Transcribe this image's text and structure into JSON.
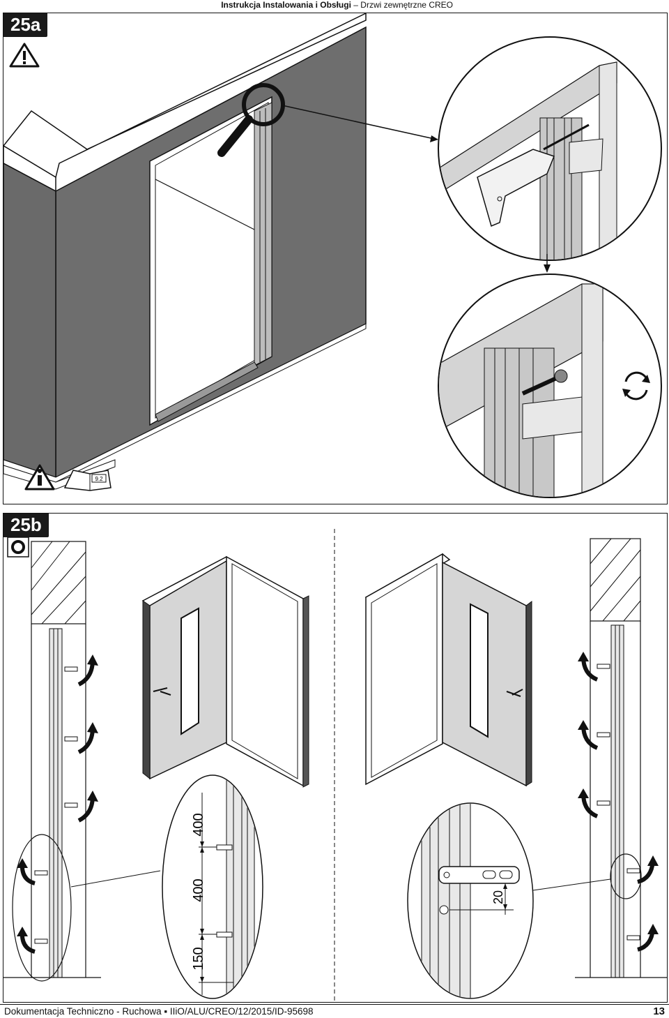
{
  "header": {
    "title_bold": "Instrukcja Instalowania i Obsługi",
    "title_rest": "– Drzwi zewnętrzne CREO"
  },
  "panel_a": {
    "label": "25a",
    "warning_icon": "warning-triangle-icon",
    "info_icon": "info-icon",
    "manual_icon": "open-manual-icon",
    "manual_ref": "9.2",
    "rotate_icon": "rotate-arrows-icon"
  },
  "panel_b": {
    "label": "25b",
    "step_icon": "circle-o-icon",
    "dim_150": "150",
    "dim_400_lower": "400",
    "dim_400_upper": "400",
    "dim_20": "20"
  },
  "footer": {
    "doc_text": "Dokumentacja Techniczno - Ruchowa ▪ IIiO/ALU/CREO/12/2015/ID-95698",
    "page": "13"
  },
  "colors": {
    "wall": "#6e6e6e",
    "frame_light": "#c8c8c8",
    "line": "#111111",
    "door_fill": "#d6d6d6"
  }
}
